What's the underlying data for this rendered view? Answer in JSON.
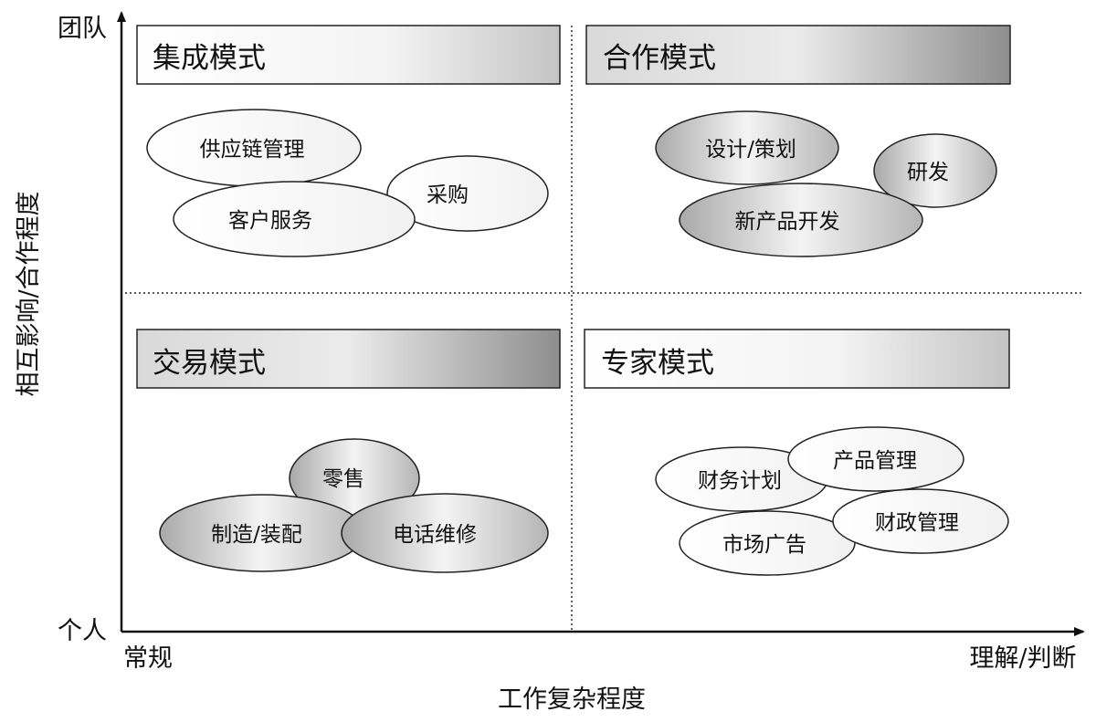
{
  "axes": {
    "y_top": "团队",
    "y_bottom": "个人",
    "y_title": "相互影响/合作程度",
    "x_left": "常规",
    "x_right": "理解/判断",
    "x_title": "工作复杂程度"
  },
  "quadrants": {
    "integration": {
      "title": "集成模式",
      "items": [
        "供应链管理",
        "客户服务",
        "采购"
      ]
    },
    "collaboration": {
      "title": "合作模式",
      "items": [
        "设计/策划",
        "研发",
        "新产品开发"
      ]
    },
    "transaction": {
      "title": "交易模式",
      "items": [
        "零售",
        "制造/装配",
        "电话维修"
      ]
    },
    "expert": {
      "title": "专家模式",
      "items": [
        "财务计划",
        "产品管理",
        "市场广告",
        "财政管理"
      ]
    }
  }
}
